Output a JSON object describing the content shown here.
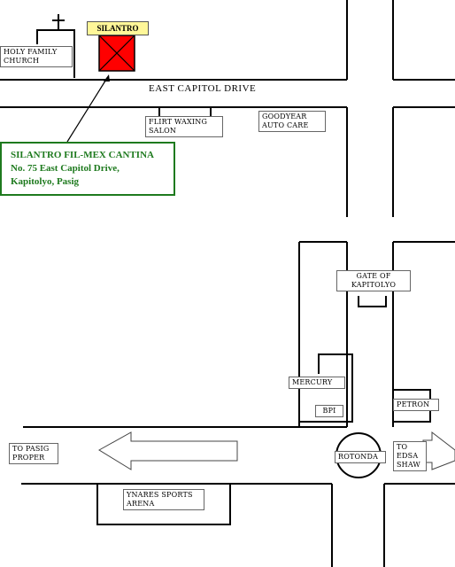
{
  "map": {
    "road_label": "EAST CAPITOL DRIVE",
    "destination_marker": "SILANTRO",
    "callout": {
      "line1": "SILANTRO FIL-MEX CANTINA",
      "line2": "No. 75 East Capitol Drive,",
      "line3": "Kapitolyo, Pasig"
    },
    "landmarks": {
      "holy_family_church": "HOLY FAMILY\nCHURCH",
      "flirt_waxing_salon": "FLIRT WAXING\nSALON",
      "goodyear_auto_care": "GOODYEAR\nAUTO CARE",
      "gate_of_kapitolyo": "GATE OF\nKAPITOLYO",
      "mercury": "MERCURY",
      "bpi": "BPI",
      "petron": "PETRON",
      "rotonda": "ROTONDA",
      "ynares_sports_arena": "YNARES SPORTS\nARENA"
    },
    "directions": {
      "to_pasig_proper": "TO PASIG\nPROPER",
      "to_edsa_shaw": "TO\nEDSA\nSHAW"
    },
    "colors": {
      "marker_fill": "#ff0000",
      "marker_tag": "#fff799",
      "callout": "#1e7a1e"
    }
  }
}
